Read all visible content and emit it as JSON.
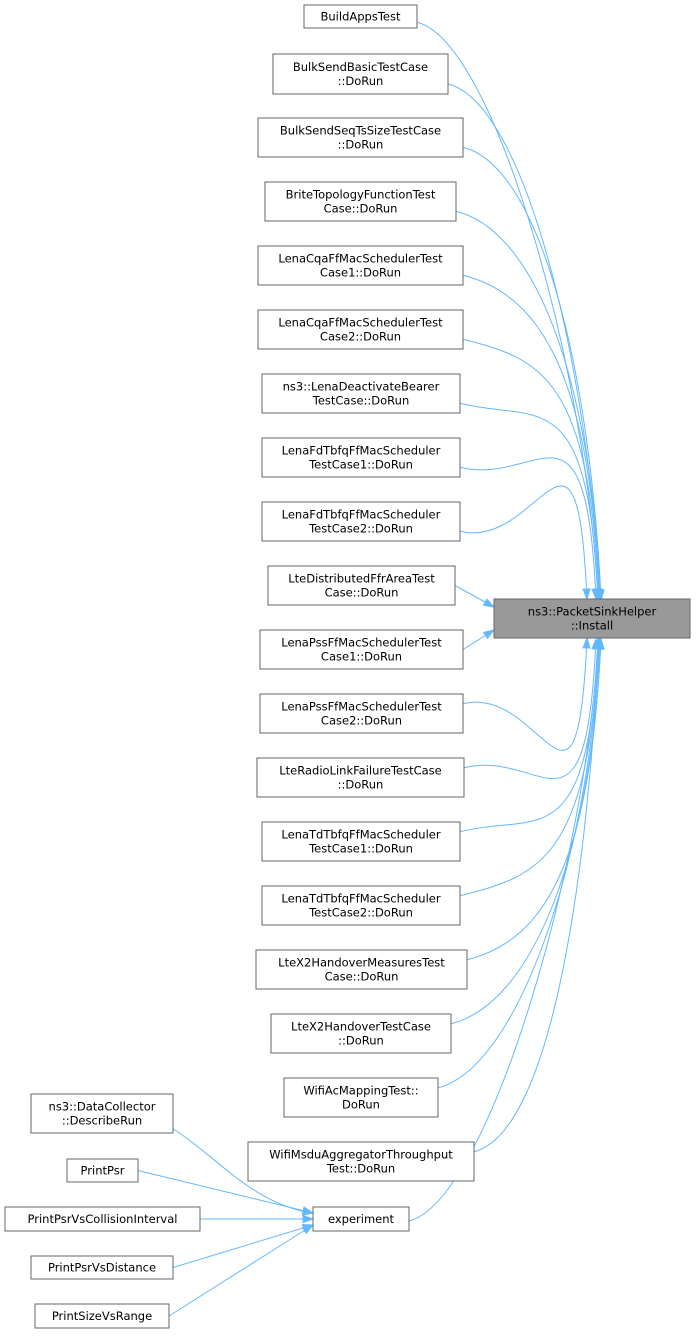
{
  "graph": {
    "target": {
      "id": "install",
      "lines": [
        "ns3::PacketSinkHelper",
        "::Install"
      ]
    },
    "callers": [
      {
        "id": "buildappstest",
        "lines": [
          "BuildAppsTest"
        ]
      },
      {
        "id": "bulksendbasic",
        "lines": [
          "BulkSendBasicTestCase",
          "::DoRun"
        ]
      },
      {
        "id": "bulksendseqts",
        "lines": [
          "BulkSendSeqTsSizeTestCase",
          "::DoRun"
        ]
      },
      {
        "id": "britetopology",
        "lines": [
          "BriteTopologyFunctionTest",
          "Case::DoRun"
        ]
      },
      {
        "id": "lenacqa1",
        "lines": [
          "LenaCqaFfMacSchedulerTest",
          "Case1::DoRun"
        ]
      },
      {
        "id": "lenacqa2",
        "lines": [
          "LenaCqaFfMacSchedulerTest",
          "Case2::DoRun"
        ]
      },
      {
        "id": "lenadeactivate",
        "lines": [
          "ns3::LenaDeactivateBearer",
          "TestCase::DoRun"
        ]
      },
      {
        "id": "lenafdtbfq1",
        "lines": [
          "LenaFdTbfqFfMacScheduler",
          "TestCase1::DoRun"
        ]
      },
      {
        "id": "lenafdtbfq2",
        "lines": [
          "LenaFdTbfqFfMacScheduler",
          "TestCase2::DoRun"
        ]
      },
      {
        "id": "ltedistffr",
        "lines": [
          "LteDistributedFfrAreaTest",
          "Case::DoRun"
        ]
      },
      {
        "id": "lenapss1",
        "lines": [
          "LenaPssFfMacSchedulerTest",
          "Case1::DoRun"
        ]
      },
      {
        "id": "lenapss2",
        "lines": [
          "LenaPssFfMacSchedulerTest",
          "Case2::DoRun"
        ]
      },
      {
        "id": "lteradiolink",
        "lines": [
          "LteRadioLinkFailureTestCase",
          "::DoRun"
        ]
      },
      {
        "id": "lenatdtbfq1",
        "lines": [
          "LenaTdTbfqFfMacScheduler",
          "TestCase1::DoRun"
        ]
      },
      {
        "id": "lenatdtbfq2",
        "lines": [
          "LenaTdTbfqFfMacScheduler",
          "TestCase2::DoRun"
        ]
      },
      {
        "id": "ltex2measures",
        "lines": [
          "LteX2HandoverMeasuresTest",
          "Case::DoRun"
        ]
      },
      {
        "id": "ltex2handover",
        "lines": [
          "LteX2HandoverTestCase",
          "::DoRun"
        ]
      },
      {
        "id": "wifiacmapping",
        "lines": [
          "WifiAcMappingTest::",
          "DoRun"
        ]
      },
      {
        "id": "wifimsdu",
        "lines": [
          "WifiMsduAggregatorThroughput",
          "Test::DoRun"
        ]
      },
      {
        "id": "experiment",
        "lines": [
          "experiment"
        ]
      }
    ],
    "experiment_callers": [
      {
        "id": "datacollector",
        "lines": [
          "ns3::DataCollector",
          "::DescribeRun"
        ]
      },
      {
        "id": "printpsr",
        "lines": [
          "PrintPsr"
        ]
      },
      {
        "id": "printpsrcollision",
        "lines": [
          "PrintPsrVsCollisionInterval"
        ]
      },
      {
        "id": "printpsrdistance",
        "lines": [
          "PrintPsrVsDistance"
        ]
      },
      {
        "id": "printsizerange",
        "lines": [
          "PrintSizeVsRange"
        ]
      }
    ]
  }
}
